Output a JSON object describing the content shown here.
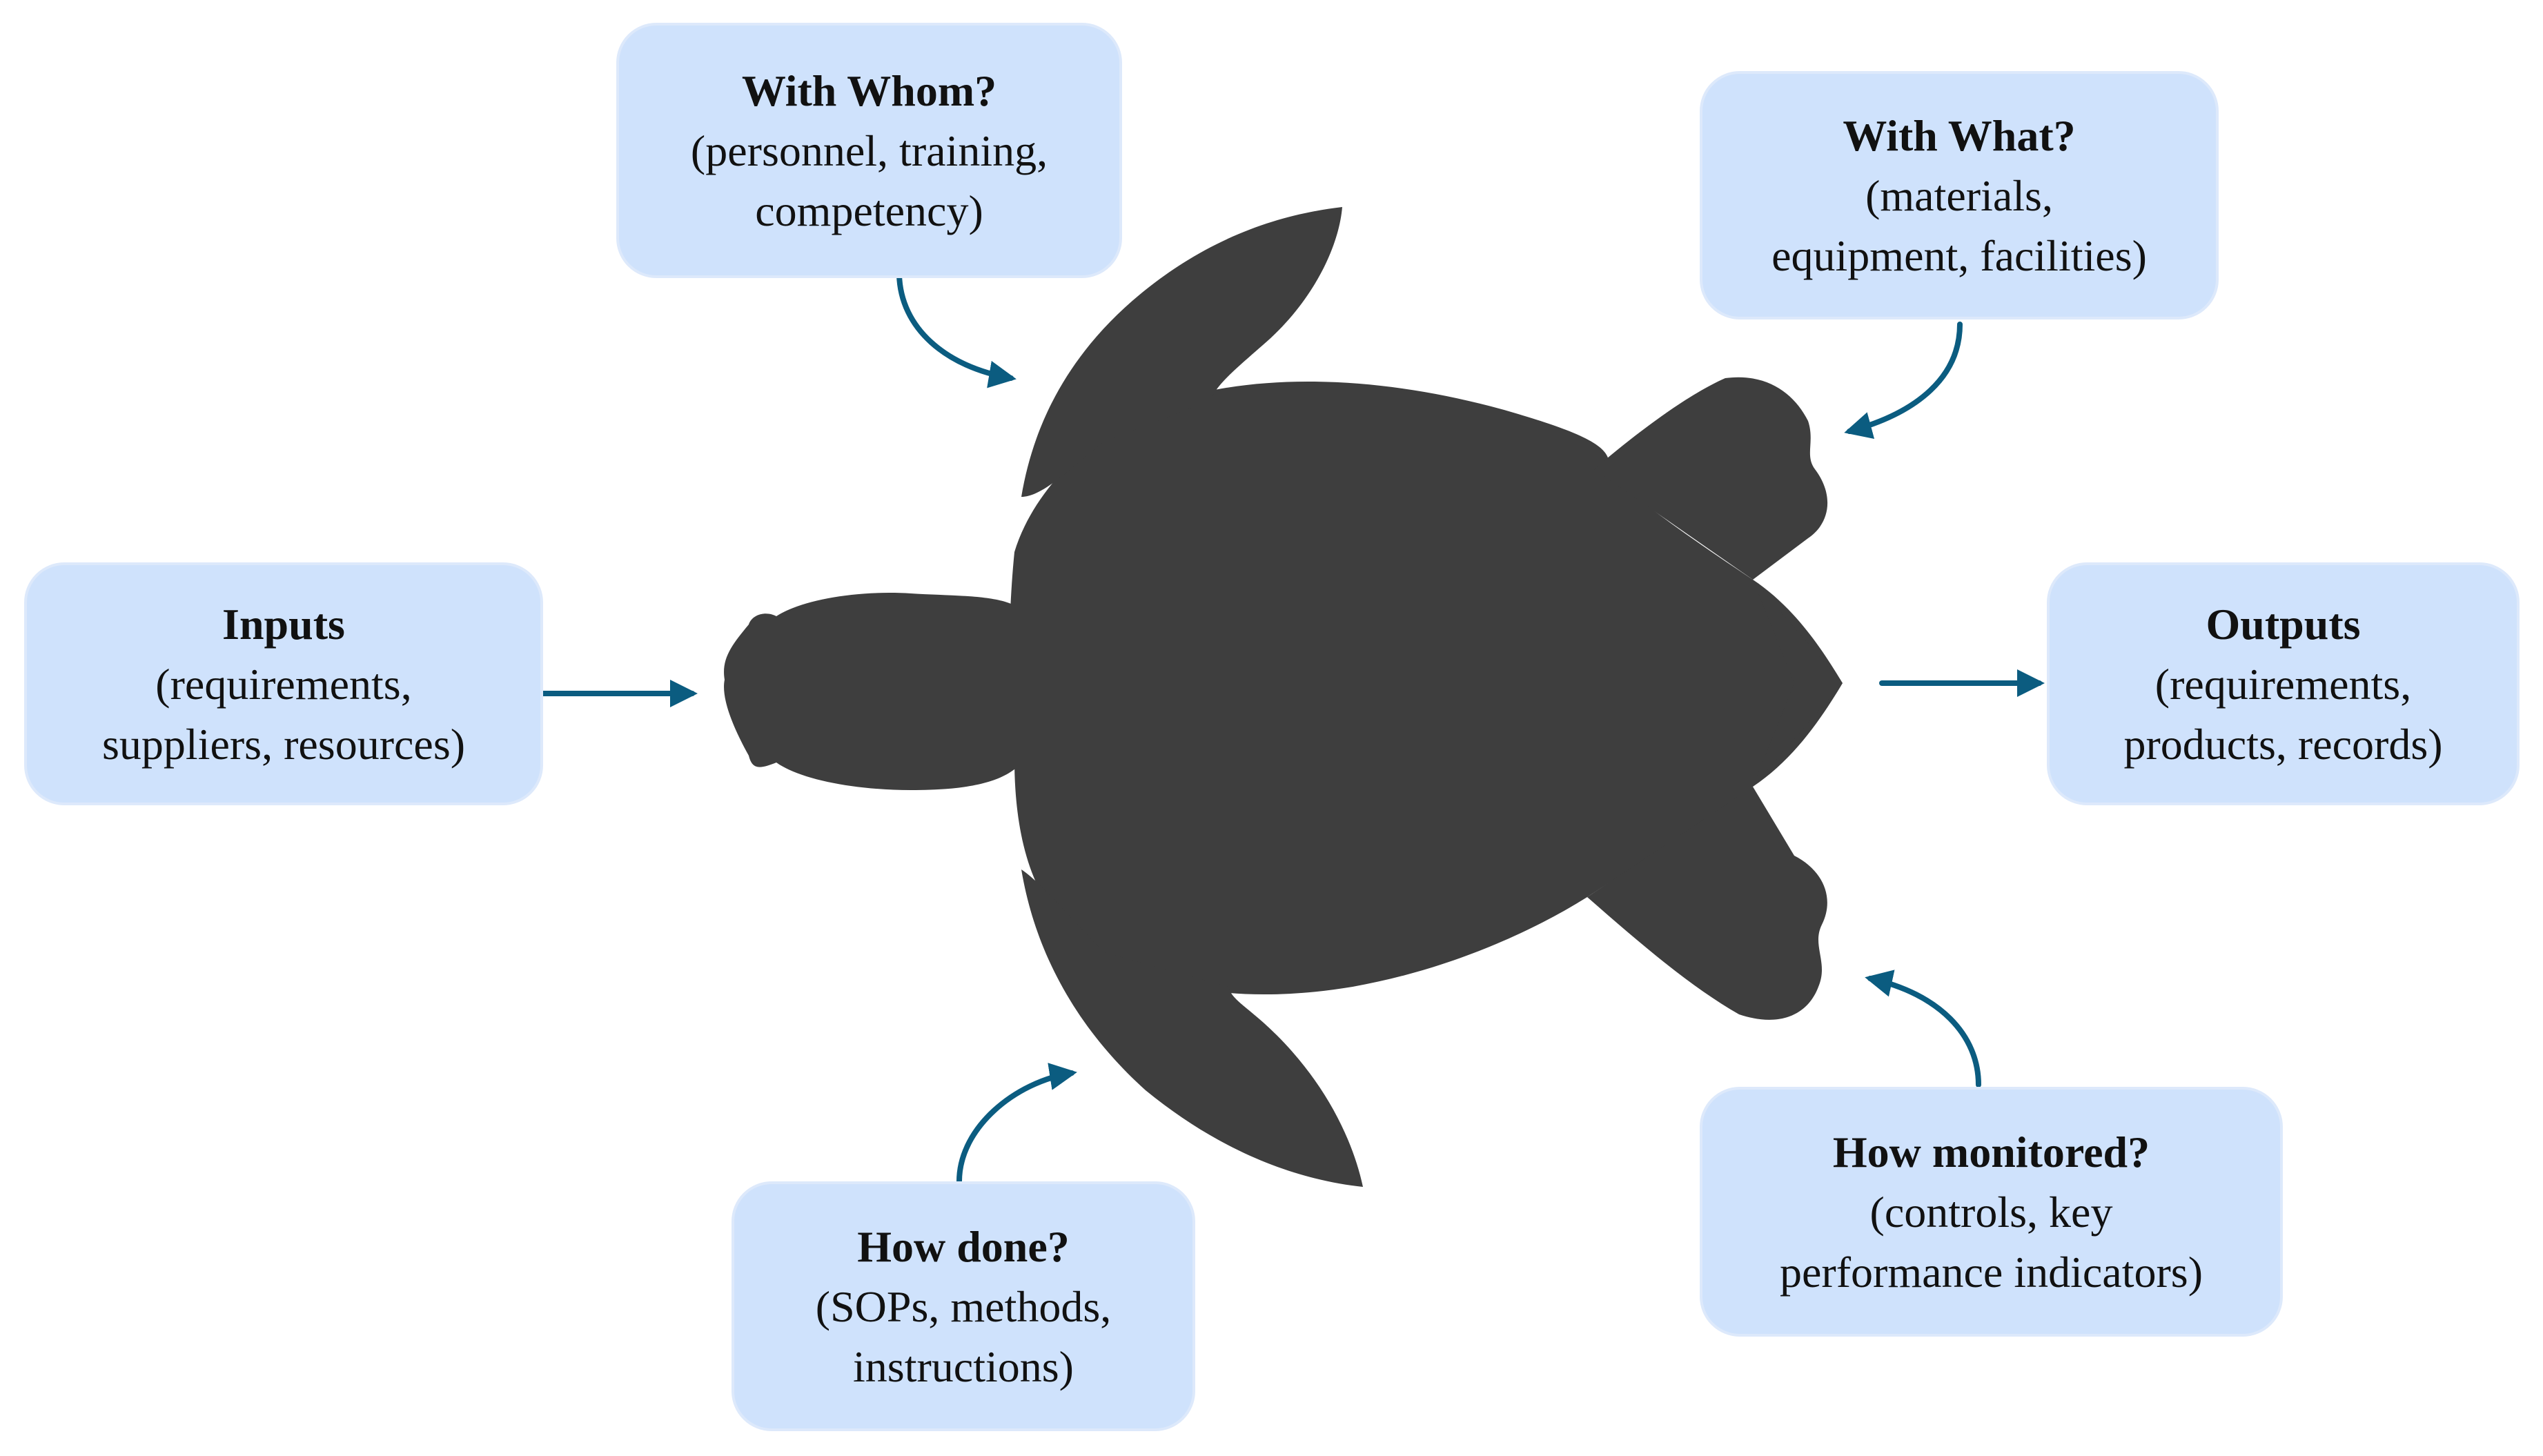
{
  "colors": {
    "box_fill": "#cfe2fc",
    "arrow": "#0b5c80",
    "turtle": "#3e3e3e"
  },
  "boxes": {
    "with_whom": {
      "title": "With Whom?",
      "lines": [
        "(personnel, training,",
        "competency)"
      ]
    },
    "with_what": {
      "title": "With What?",
      "lines": [
        "(materials,",
        "equipment, facilities)"
      ]
    },
    "inputs": {
      "title": "Inputs",
      "lines": [
        "(requirements,",
        "suppliers, resources)"
      ]
    },
    "outputs": {
      "title": "Outputs",
      "lines": [
        "(requirements,",
        "products, records)"
      ]
    },
    "how_done": {
      "title": "How done?",
      "lines": [
        "(SOPs, methods,",
        "instructions)"
      ]
    },
    "how_monitored": {
      "title": "How monitored?",
      "lines": [
        "(controls, key",
        "performance indicators)"
      ]
    }
  }
}
